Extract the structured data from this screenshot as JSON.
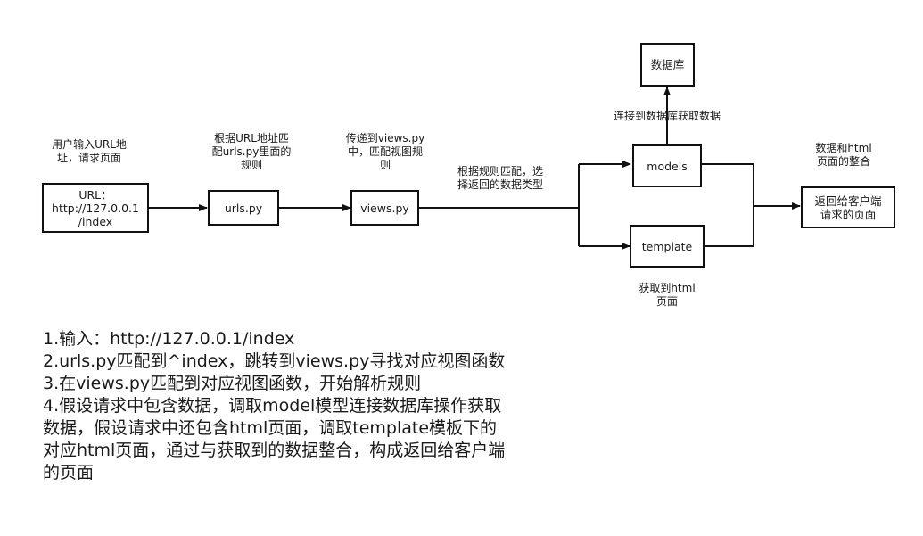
{
  "nodes": {
    "url_box": "URL：\nhttp://127.0.0.1\n/index",
    "urls_py": "urls.py",
    "views_py": "views.py",
    "database": "数据库",
    "models": "models",
    "template": "template",
    "return_box": "返回给客户端\n请求的页面"
  },
  "labels": {
    "user_input": "用户输入URL地\n址，请求页面",
    "match_urls": "根据URL地址匹\n配urls.py里面的\n规则",
    "pass_views": "传递到views.py\n中，匹配视图规\n则",
    "choose_type": "根据规则匹配，选\n择返回的数据类型",
    "connect_db": "连接到数据库获取数据",
    "merge": "数据和html\n页面的整合",
    "get_html": "获取到html\n页面"
  },
  "notes": [
    "1.输入：http://127.0.0.1/index",
    "2.urls.py匹配到^index，跳转到views.py寻找对应视图函数",
    "3.在views.py匹配到对应视图函数，开始解析规则",
    "4.假设请求中包含数据，调取model模型连接数据库操作获取数据，假设请求中还包含html页面，调取template模板下的对应html页面，通过与获取到的数据整合，构成返回给客户端的页面"
  ]
}
